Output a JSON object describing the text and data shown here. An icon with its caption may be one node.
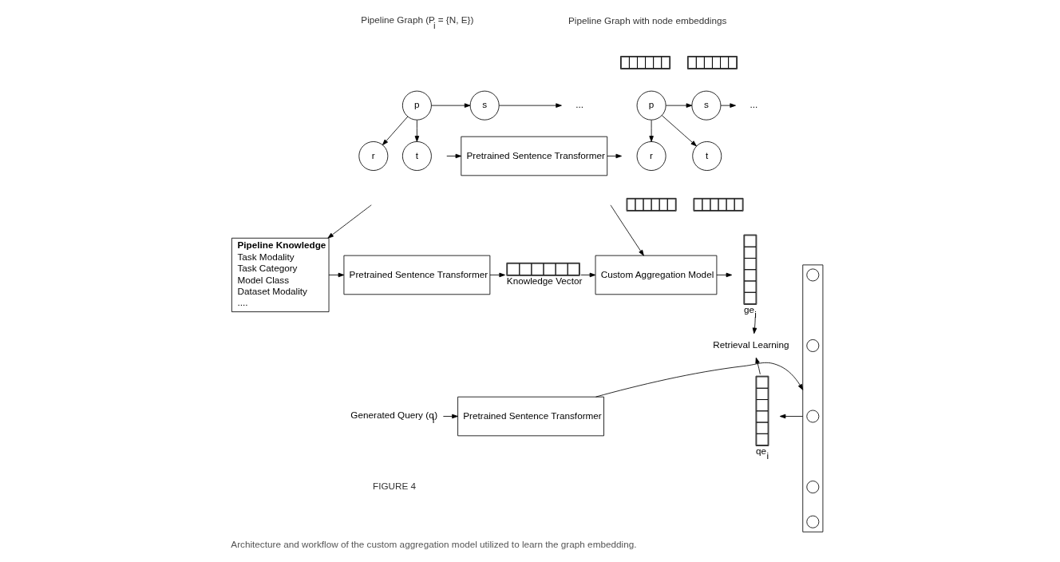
{
  "diagram": {
    "caption": "Architecture and workflow of the custom aggregation model utilized to learn the graph embedding.",
    "nodes": [
      {
        "text": [
          "p"
        ]
      },
      {
        "text": [
          "s"
        ]
      },
      {
        "text": [
          "..."
        ]
      },
      {
        "text": [
          "r"
        ]
      },
      {
        "text": [
          "t"
        ]
      },
      {
        "text": [
          "Pretrained Sentence Transformer"
        ]
      },
      {
        "text": [],
        "shape": "bar"
      },
      {
        "text": [],
        "shape": "bar"
      },
      {
        "text": [
          "p"
        ]
      },
      {
        "text": [
          "s"
        ]
      },
      {
        "text": [
          "..."
        ]
      },
      {
        "text": [
          "r"
        ]
      },
      {
        "text": [
          "t"
        ]
      },
      {
        "text": [],
        "shape": "bar"
      },
      {
        "text": [],
        "shape": "bar"
      },
      {
        "text": [
          "Pipeline Knowledge",
          "Task Modality",
          "Task Category",
          "Model Class",
          "Dataset Modality",
          "...."
        ]
      },
      {
        "text": [
          "Pretrained Sentence Transformer"
        ]
      },
      {
        "text": [],
        "shape": "bar",
        "beside": [
          "Knowledge Vector"
        ]
      },
      {
        "text": [
          "Custom Aggregation Model"
        ]
      },
      {
        "text": [],
        "shape": "bar",
        "beside": [
          "ge$_{i}$"
        ]
      },
      {
        "text": [
          "Retrieval Learning"
        ]
      },
      {
        "text": [
          "Generated Query (q$_{i}$)"
        ]
      },
      {
        "text": [
          "Pretrained Sentence Transformer"
        ]
      },
      {
        "text": [],
        "shape": "box"
      },
      {
        "text": [],
        "shape": "circle",
        "in": 23
      },
      {
        "text": [],
        "shape": "circle",
        "in": 23
      },
      {
        "text": [],
        "shape": "circle",
        "in": 23
      },
      {
        "text": [],
        "shape": "circle",
        "in": 23
      },
      {
        "text": [],
        "shape": "circle",
        "in": 23
      },
      {
        "text": [],
        "shape": "bar",
        "beside": [
          "qe$_{i}$"
        ]
      }
    ],
    "edges": [
      {
        "from": 0,
        "to": 1,
        "arrow": "to"
      },
      {
        "from": 1,
        "to": 2,
        "arrow": "to"
      },
      {
        "from": 0,
        "to": 3,
        "arrow": "to"
      },
      {
        "from": 0,
        "to": 4,
        "arrow": "to"
      },
      {
        "from": 8,
        "to": 9,
        "arrow": "to"
      },
      {
        "from": 9,
        "to": 10,
        "arrow": "to"
      },
      {
        "from": 8,
        "to": 11,
        "arrow": "to"
      },
      {
        "from": 8,
        "to": 12,
        "arrow": "to"
      },
      {
        "from": null,
        "to": 5,
        "arrow": "to"
      },
      {
        "from": 5,
        "to": null,
        "arrow": "to"
      },
      {
        "from": null,
        "to": 15,
        "arrow": "to"
      },
      {
        "from": 15,
        "to": 16,
        "arrow": "to"
      },
      {
        "from": 16,
        "to": 17,
        "arrow": "to"
      },
      {
        "from": 17,
        "to": 18,
        "arrow": "to"
      },
      {
        "from": null,
        "to": 18,
        "arrow": "to"
      },
      {
        "from": 18,
        "to": 19,
        "arrow": "to"
      },
      {
        "from": 19,
        "to": 20,
        "arrow": "to"
      },
      {
        "from": 21,
        "to": 22,
        "arrow": "to"
      },
      {
        "from": 22,
        "to": 23,
        "arrow": "to"
      },
      {
        "from": 23,
        "to": 29,
        "arrow": "to"
      },
      {
        "from": 29,
        "to": 20,
        "arrow": "to"
      }
    ],
    "labels": [
      "Pipeline Graph (P$_{i}$ = {N, E})",
      "Pipeline Graph with node embeddings",
      "FIGURE 4"
    ]
  }
}
